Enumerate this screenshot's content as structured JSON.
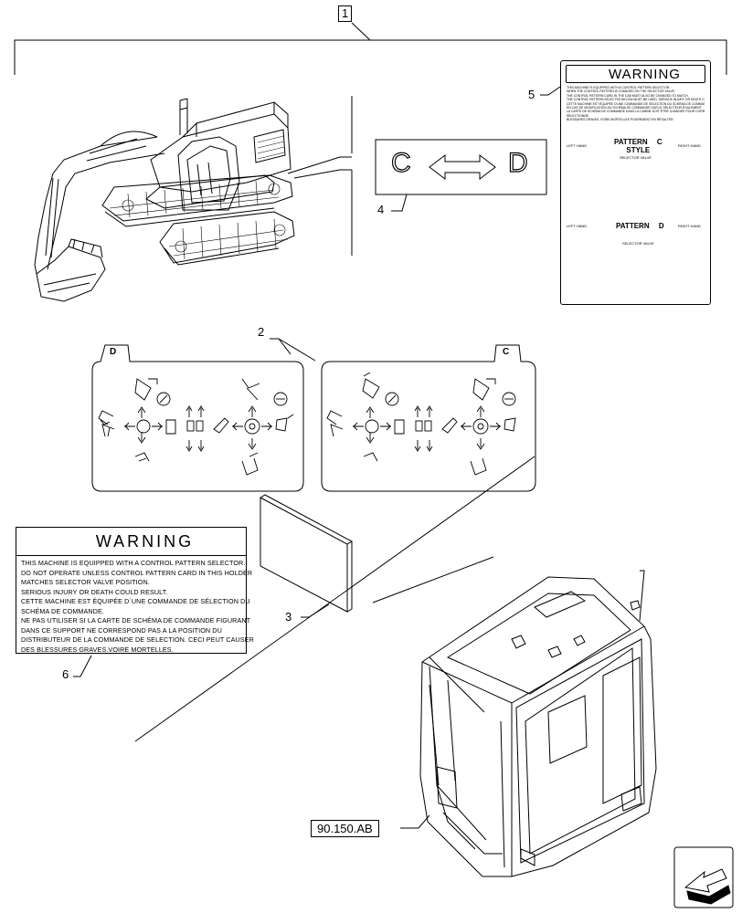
{
  "callouts": {
    "main": "1",
    "c2": "2",
    "c3": "3",
    "c4": "4",
    "c5": "5",
    "c6": "6"
  },
  "reference": "90.150.AB",
  "decal4": {
    "left": "C",
    "right": "D"
  },
  "decal2": {
    "left_tab": "D",
    "right_tab": "C"
  },
  "warning6": {
    "title": "WARNING",
    "lines": [
      "THIS MACHINE IS EQUIPPED WITH A CONTROL PATTERN SELECTOR.",
      "DO NOT OPERATE UNLESS CONTROL PATTERN CARD IN THIS HOLDER",
      "MATCHES SELECTOR VALVE POSITION.",
      "SERIOUS INJURY OR DEATH COULD RESULT.",
      "CETTE MACHINE EST ÉQUIPÉE D´UNE COMMANDE DE SÉLECTION DU",
      "SCHÉMA DE COMMANDE.",
      "NE PAS UTILISER SI LA CARTE DE SCHÉMA DE COMMANDE FIGURANT",
      "DANS CE SUPPORT NE CORRESPOND PAS A LA POSITION DU",
      "DISTRIBUTEUR DE LA COMMANDE DE SELECTION. CECI PEUT CAUSER",
      "DES BLESSURES GRAVES.VOIRE MORTELLES."
    ]
  },
  "warning5": {
    "title": "WARNING",
    "small_lines": [
      "THIS MACHINE IS EQUIPPED WITH A CONTROL PATTERN SELECTOR.",
      "WHEN THE CONTROL PATTERN IS CHANGED ON THE SELECTOR VALVE,",
      "THE CONTROL PATTERN CARD IN THE CAB MUST ALSO BE CHANGED TO MATCH.",
      "THE CONTROL PATTERN SELECTED BELOW MUST BE USED. SERIOUS INJURY OR DEATH COULD RESULT.",
      "CETTE MACHINE EST ÉQUIPÉE D'UNE COMMANDE DE SÉLECTION DU SCHÉMA DE COMMANDE.",
      "EN CAS DE MODIFICATION DU SCHÉMA DE COMMANDE SUR LE SÉLECTEUR ÉGALEMENT",
      "LA CARTE DE SCHÉMA DE COMMANDE DANS LA CABINE DOIT ÊTRE CHANGÉE POUR CORRESPONDRE.",
      "SÉLECTIONNÉ.",
      "BLESSURES GRAVES, VOIRE MORTELLES POURRAIENT EN RÉSULTER."
    ],
    "pattern_c": {
      "label": "PATTERN",
      "style": "STYLE",
      "letter": "C"
    },
    "pattern_d": {
      "label": "PATTERN",
      "letter": "D"
    },
    "left_hand": "LEFT HAND",
    "right_hand": "RIGHT HAND",
    "selector": "SELECTOR VALVE"
  }
}
